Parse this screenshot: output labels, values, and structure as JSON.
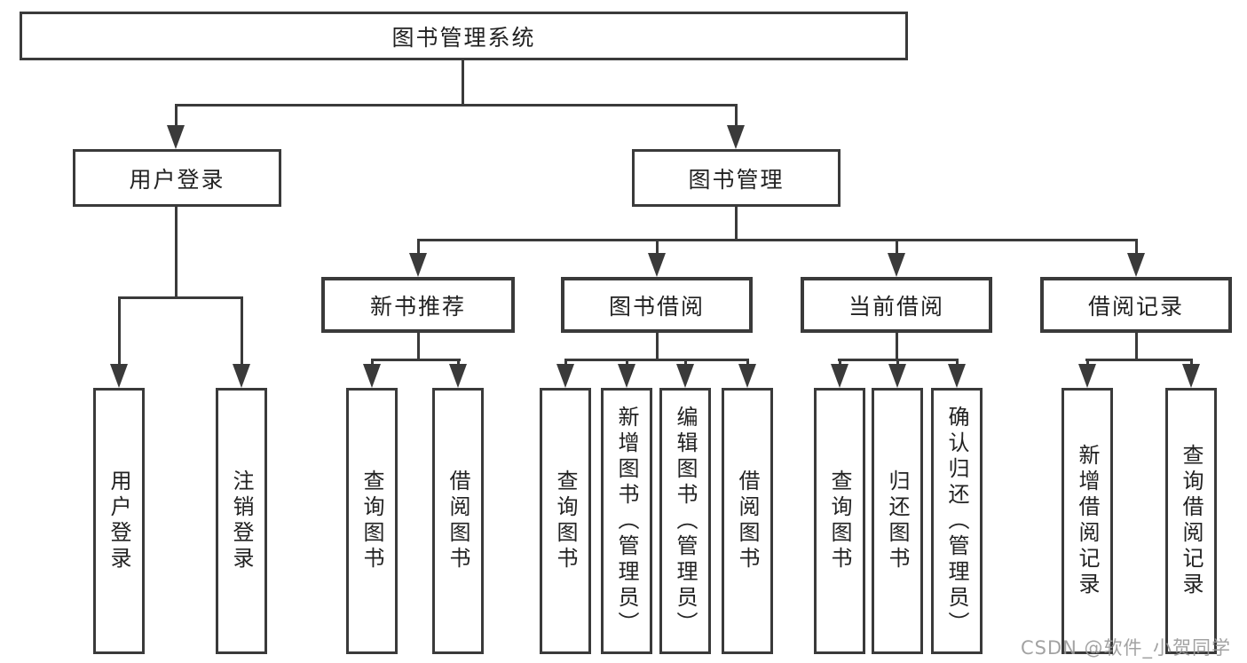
{
  "colors": {
    "line": "#3a3a3a",
    "box_background": "#ffffff",
    "text": "#222222",
    "watermark": "#9b9b9b"
  },
  "tree": {
    "label": "图书管理系统",
    "children": [
      {
        "label": "用户登录",
        "children": [
          {
            "label": "用户登录"
          },
          {
            "label": "注销登录"
          }
        ]
      },
      {
        "label": "图书管理",
        "children": [
          {
            "label": "新书推荐",
            "children": [
              {
                "label": "查询图书"
              },
              {
                "label": "借阅图书"
              }
            ]
          },
          {
            "label": "图书借阅",
            "children": [
              {
                "label": "查询图书"
              },
              {
                "label": "新增图书（管理员）"
              },
              {
                "label": "编辑图书（管理员）"
              },
              {
                "label": "借阅图书"
              }
            ]
          },
          {
            "label": "当前借阅",
            "children": [
              {
                "label": "查询图书"
              },
              {
                "label": "归还图书"
              },
              {
                "label": "确认归还（管理员）"
              }
            ]
          },
          {
            "label": "借阅记录",
            "children": [
              {
                "label": "新增借阅记录"
              },
              {
                "label": "查询借阅记录"
              }
            ]
          }
        ]
      }
    ]
  },
  "watermark": {
    "text": "CSDN @软件_小贺同学"
  }
}
